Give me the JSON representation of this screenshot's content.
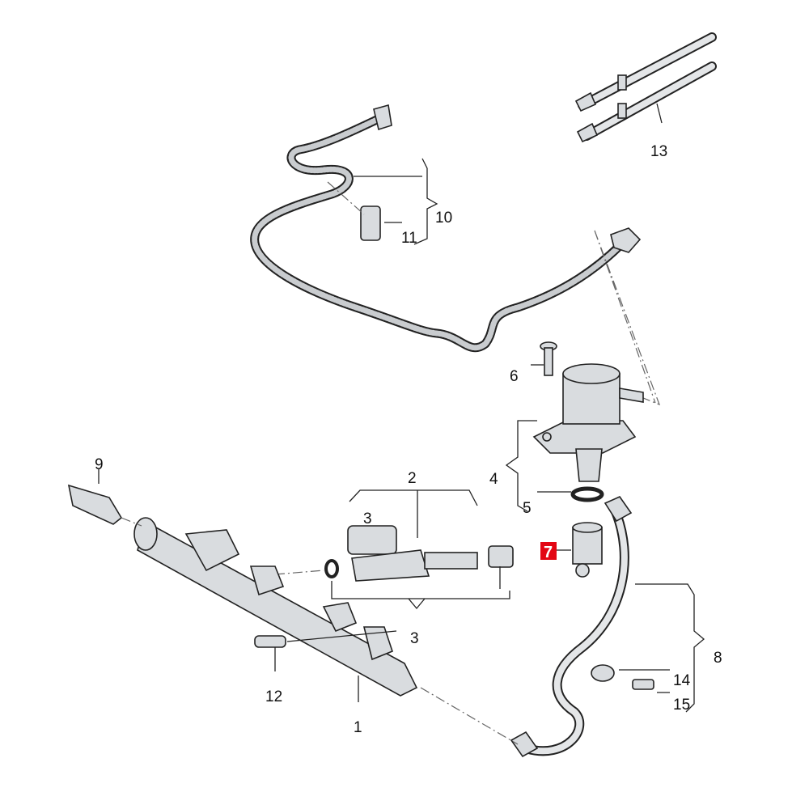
{
  "diagram": {
    "title": "Fuel rail and high pressure pump parts diagram",
    "highlight_color": "#e30613",
    "callouts": [
      {
        "id": "13",
        "label": "13"
      },
      {
        "id": "10",
        "label": "10"
      },
      {
        "id": "11",
        "label": "11"
      },
      {
        "id": "6",
        "label": "6"
      },
      {
        "id": "4",
        "label": "4"
      },
      {
        "id": "5",
        "label": "5"
      },
      {
        "id": "7",
        "label": "7",
        "highlighted": true
      },
      {
        "id": "2",
        "label": "2"
      },
      {
        "id": "3a",
        "label": "3"
      },
      {
        "id": "9",
        "label": "9"
      },
      {
        "id": "3b",
        "label": "3"
      },
      {
        "id": "12",
        "label": "12"
      },
      {
        "id": "1",
        "label": "1"
      },
      {
        "id": "8",
        "label": "8"
      },
      {
        "id": "14",
        "label": "14"
      },
      {
        "id": "15",
        "label": "15"
      }
    ]
  }
}
